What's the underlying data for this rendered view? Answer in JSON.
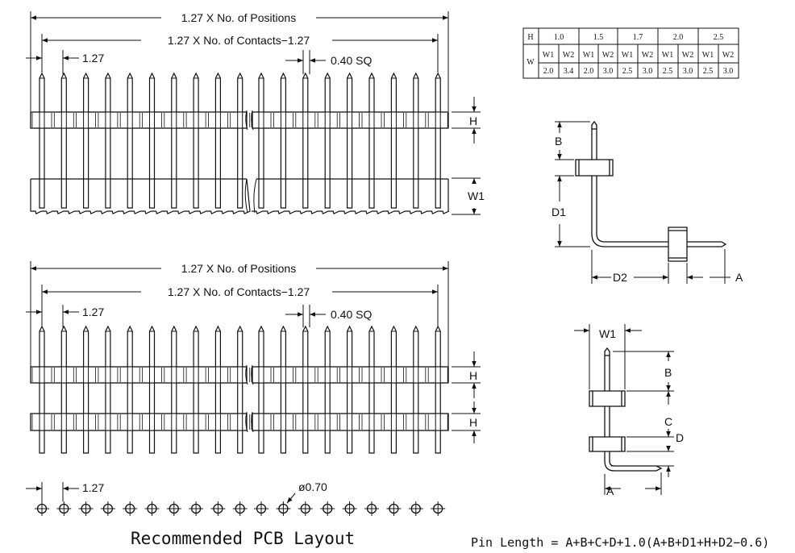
{
  "top_view": {
    "positions_label": "1.27 X No. of Positions",
    "contacts_label": "1.27 X No. of Contacts−1.27",
    "pitch_label": "1.27",
    "sq_label": "0.40 SQ",
    "h_label": "H",
    "w1_label": "W1"
  },
  "dual_view": {
    "positions_label": "1.27 X No. of Positions",
    "contacts_label": "1.27 X No. of Contacts−1.27",
    "pitch_label": "1.27",
    "sq_label": "0.40 SQ",
    "h_upper_label": "H",
    "h_lower_label": "H"
  },
  "pcb": {
    "pitch_label": "1.27",
    "hole_label": "ø0.70",
    "caption": "Recommended PCB Layout"
  },
  "table": {
    "h_header": "H",
    "w_header": "W",
    "columns": [
      {
        "h": "1.0",
        "w1": "2.0",
        "w2": "3.4"
      },
      {
        "h": "1.5",
        "w1": "2.0",
        "w2": "3.0"
      },
      {
        "h": "1.7",
        "w1": "2.5",
        "w2": "3.0"
      },
      {
        "h": "2.0",
        "w1": "2.5",
        "w2": "3.0"
      },
      {
        "h": "2.5",
        "w1": "2.5",
        "w2": "3.0"
      }
    ],
    "w1_label": "W1",
    "w2_label": "W2"
  },
  "right_angle_view": {
    "b_label": "B",
    "d1_label": "D1",
    "d2_label": "D2",
    "a_label": "A"
  },
  "side_view": {
    "w1_label": "W1",
    "b_label": "B",
    "c_label": "C",
    "d_label": "D",
    "a_label": "A"
  },
  "formula": "Pin Length = A+B+C+D+1.0(A+B+D1+H+D2−0.6)"
}
